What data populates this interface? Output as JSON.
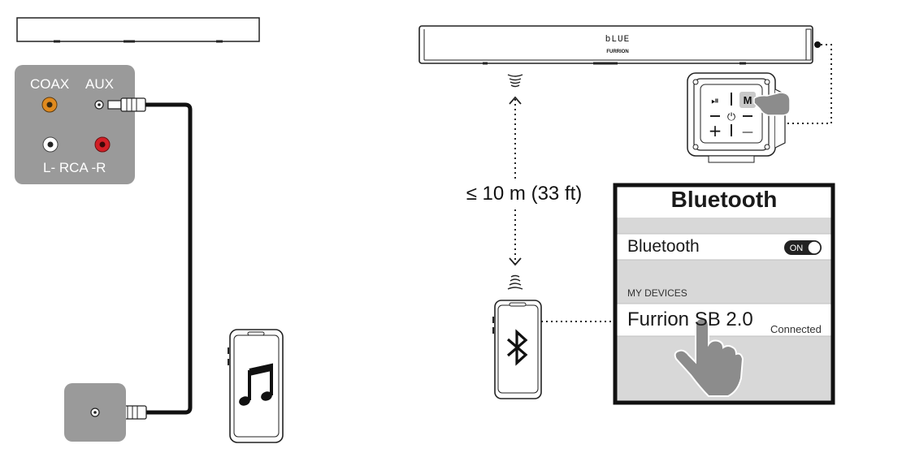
{
  "wired": {
    "panel_labels": {
      "coax": "COAX",
      "aux": "AUX",
      "rca": "L- RCA -R"
    },
    "phone_icon": "music-note-icon"
  },
  "wireless": {
    "display_text": "bLUE",
    "brand_text": "FURRION",
    "distance_label": "≤ 10 m (33 ft)",
    "phone_icon": "bluetooth-icon",
    "remote_buttons": {
      "play_pause": "⏯",
      "mode": "M",
      "power": "⏻",
      "plus": "+",
      "minus": "—"
    }
  },
  "bt_screen": {
    "title": "Bluetooth",
    "toggle_label": "Bluetooth",
    "toggle_state": "ON",
    "section_header": "MY DEVICES",
    "device_name": "Furrion SB 2.0",
    "device_status": "Connected"
  },
  "colors": {
    "panel_gray": "#9a9a9a",
    "coax_orange": "#e08a1e",
    "rca_red": "#d21f26",
    "screen_gray": "#d8d8d8",
    "hand_gray": "#8c8c8c"
  }
}
